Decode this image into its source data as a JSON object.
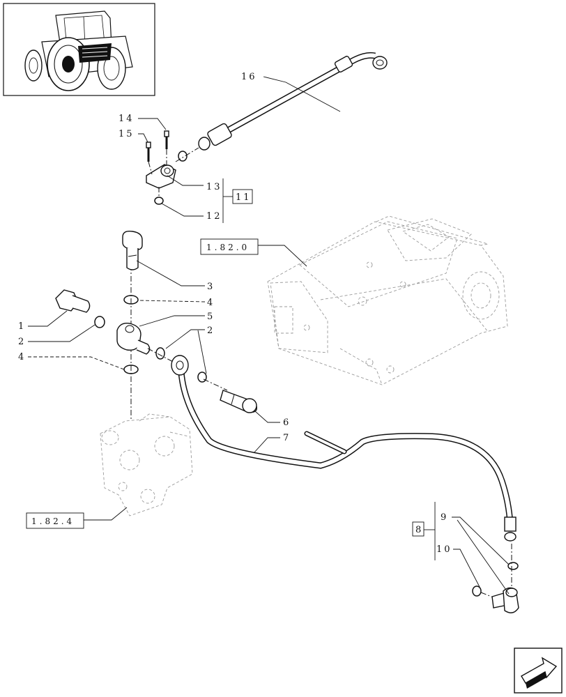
{
  "callouts": [
    {
      "id": "c1",
      "text": "1"
    },
    {
      "id": "c2a",
      "text": "2"
    },
    {
      "id": "c2b",
      "text": "2"
    },
    {
      "id": "c3",
      "text": "3"
    },
    {
      "id": "c4a",
      "text": "4"
    },
    {
      "id": "c4b",
      "text": "4"
    },
    {
      "id": "c5",
      "text": "5"
    },
    {
      "id": "c6",
      "text": "6"
    },
    {
      "id": "c7",
      "text": "7"
    },
    {
      "id": "c8",
      "text": "8"
    },
    {
      "id": "c9",
      "text": "9"
    },
    {
      "id": "c10",
      "text": "10"
    },
    {
      "id": "c11",
      "text": "11"
    },
    {
      "id": "c12",
      "text": "12"
    },
    {
      "id": "c13",
      "text": "13"
    },
    {
      "id": "c14",
      "text": "14"
    },
    {
      "id": "c15",
      "text": "15"
    },
    {
      "id": "c16",
      "text": "16"
    }
  ],
  "references": {
    "ref_1820": "1.82.0",
    "ref_1824": "1.82.4"
  },
  "thumbnail": {
    "icon": "tractor-thumbnail-icon"
  },
  "nav": {
    "icon": "next-page-arrow-icon"
  }
}
